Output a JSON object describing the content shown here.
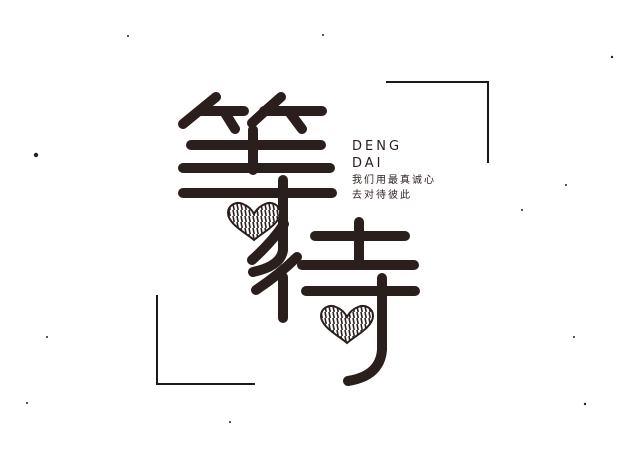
{
  "artwork": {
    "title_chars": "等待",
    "pinyin_line1": "DENG",
    "pinyin_line2": "DAI",
    "slogan_line1": "我们用最真诚心",
    "slogan_line2": "去对待彼此"
  },
  "colors": {
    "background": "#ffffff",
    "ink": "#2a1f1d",
    "frame": "#1a1a1a"
  },
  "icons": [
    "heart-icon",
    "heart-icon"
  ]
}
